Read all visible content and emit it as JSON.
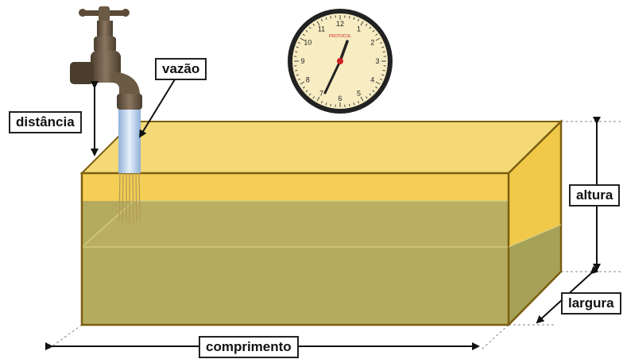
{
  "labels": {
    "flow": "vazão",
    "distance": "distância",
    "height": "altura",
    "width": "largura",
    "length": "comprimento"
  },
  "clock": {
    "numbers": [
      "12",
      "1",
      "2",
      "3",
      "4",
      "5",
      "6",
      "7",
      "8",
      "9",
      "10",
      "11"
    ],
    "brand": "PROTOCOL"
  },
  "colors": {
    "tank_top": "#f4d976",
    "tank_front_empty": "#f5cf55",
    "water_front": "#b5ab5e",
    "water_side": "#a5a157",
    "tank_edge": "#7a5e10",
    "clock_face": "#f7ecc2",
    "faucet": "#6b5a44",
    "water_stream": "#a9c4e4"
  }
}
